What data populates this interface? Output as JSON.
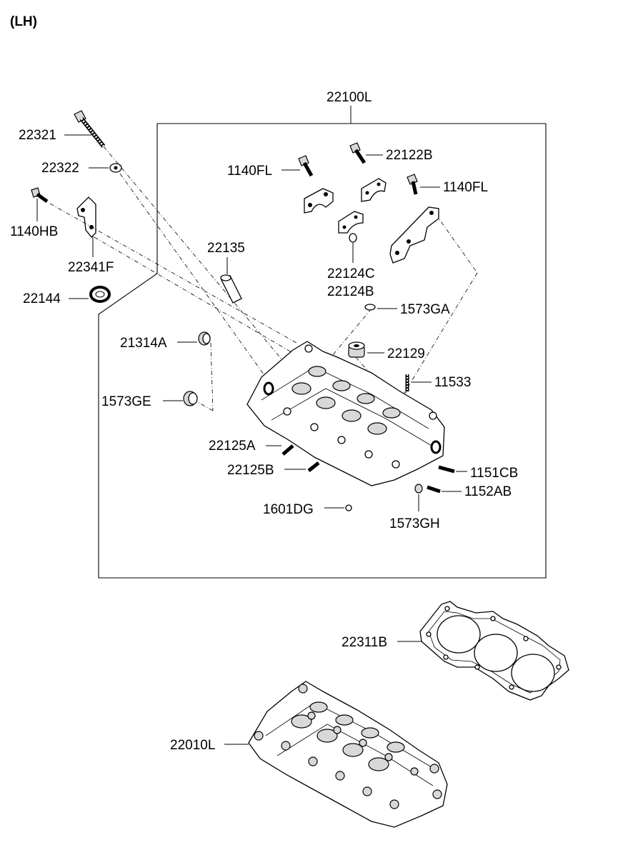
{
  "header": {
    "side_label": "(LH)"
  },
  "assembly_label": "22100L",
  "parts": {
    "p22321": "22321",
    "p22322": "22322",
    "p1140HB": "1140HB",
    "p22341F": "22341F",
    "p22144": "22144",
    "p1140FL_a": "1140FL",
    "p22122B": "22122B",
    "p1140FL_b": "1140FL",
    "p22135": "22135",
    "p22124C": "22124C",
    "p22124B": "22124B",
    "p1573GA": "1573GA",
    "p21314A": "21314A",
    "p22129": "22129",
    "p11533": "11533",
    "p1573GE": "1573GE",
    "p22125A": "22125A",
    "p22125B": "22125B",
    "p1151CB": "1151CB",
    "p1152AB": "1152AB",
    "p1601DG": "1601DG",
    "p1573GH": "1573GH",
    "p22311B": "22311B",
    "p22010L": "22010L"
  }
}
